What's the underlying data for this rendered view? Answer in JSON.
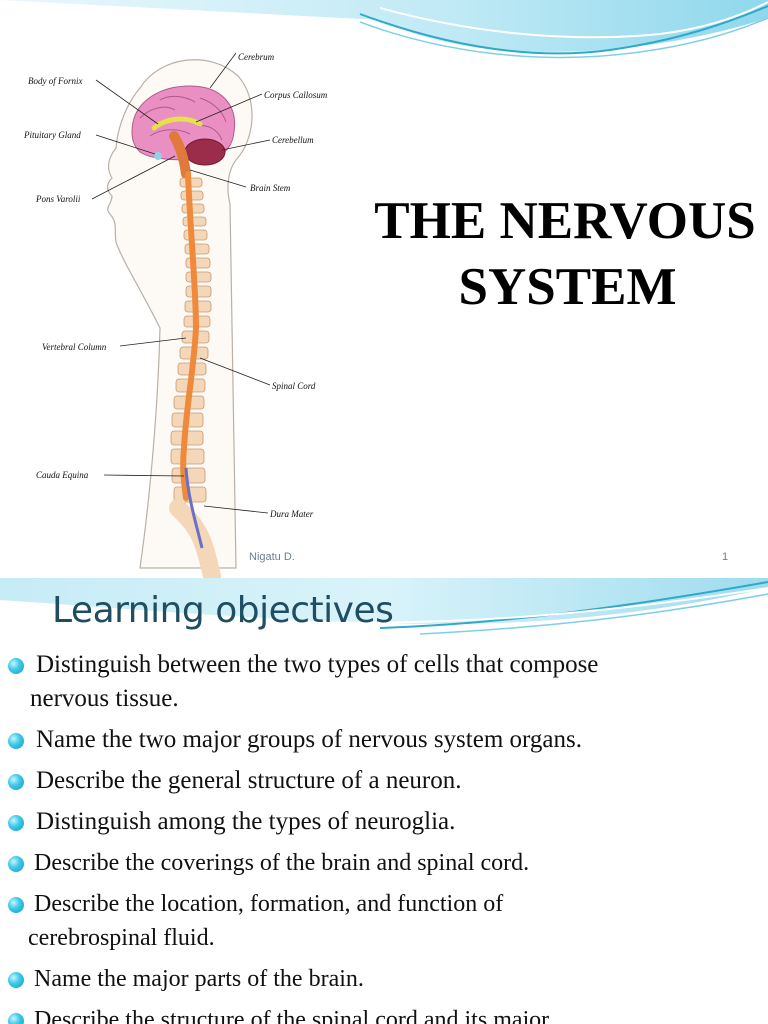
{
  "slide1": {
    "title_line1": "THE NERVOUS",
    "title_line2": "SYSTEM",
    "footer_author": "Nigatu D.",
    "footer_page": "1",
    "figure_labels": {
      "cerebrum": "Cerebrum",
      "body_of_fornix": "Body of Fornix",
      "corpus_callosum": "Corpus Callosum",
      "pituitary_gland": "Pituitary Gland",
      "cerebellum": "Cerebellum",
      "brain_stem": "Brain Stem",
      "pons_varolii": "Pons Varolii",
      "vertebral_column": "Vertebral Column",
      "spinal_cord": "Spinal Cord",
      "cauda_equina": "Cauda Equina",
      "dura_mater": "Dura Mater"
    }
  },
  "slide2": {
    "heading": "Learning objectives",
    "objectives": [
      {
        "line1": "Distinguish between the two types of cells that compose",
        "line2": "nervous tissue."
      },
      {
        "line1": "Name the two major groups of nervous system organs."
      },
      {
        "line1": "Describe the general structure of a neuron."
      },
      {
        "line1": "Distinguish among the types of neuroglia."
      },
      {
        "line1": "Describe the coverings of the brain and spinal cord."
      },
      {
        "line1": "Describe the location, formation, and function of",
        "line2": "cerebrospinal fluid."
      },
      {
        "line1": "Name the major parts of the brain."
      },
      {
        "line1": "Describe the structure of the spinal cord and its major"
      }
    ]
  },
  "colors": {
    "accent_teal": "#3fcbe8",
    "heading_blue": "#1f4e63",
    "wave_light": "#d7f1f8"
  }
}
